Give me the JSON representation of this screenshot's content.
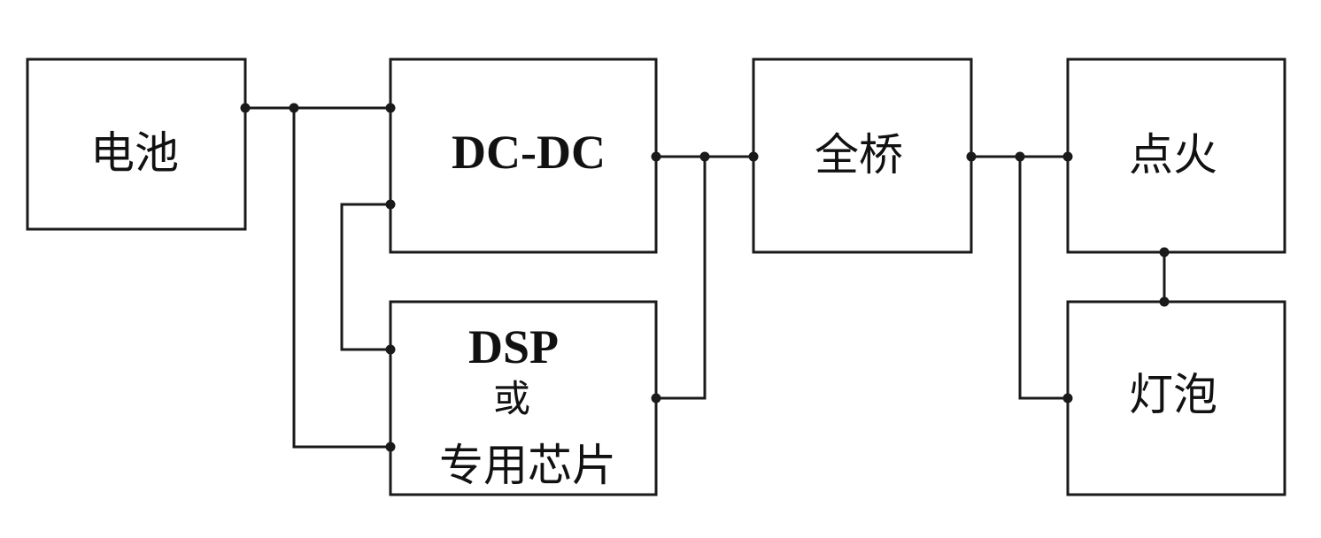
{
  "blocks": {
    "battery": "电池",
    "dcdc": "DC-DC",
    "dsp_line1": "DSP",
    "dsp_line2": "或",
    "dsp_line3": "专用芯片",
    "bridge": "全桥",
    "ignition": "点火",
    "bulb": "灯泡"
  },
  "colors": {
    "stroke": "#1a1a1a",
    "text": "#111111",
    "background": "#ffffff"
  }
}
